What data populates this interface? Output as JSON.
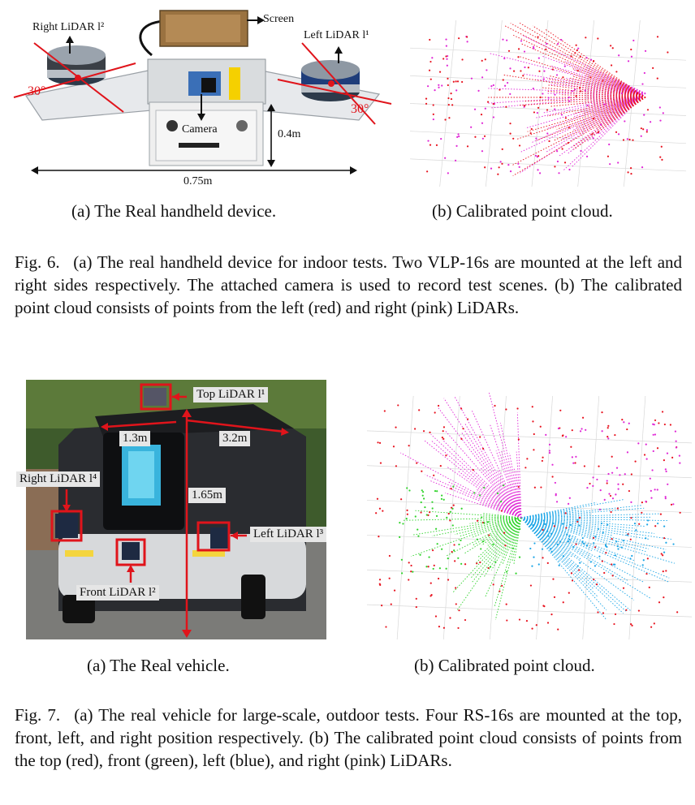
{
  "figure6": {
    "device_labels": {
      "right_lidar": "Right LiDAR l²",
      "left_lidar": "Left LiDAR l¹",
      "screen": "Screen",
      "camera": "Camera",
      "angle_left": "30°",
      "angle_right": "30°",
      "height": "0.4m",
      "width": "0.75m"
    },
    "subcaption_a": "(a)  The Real handheld device.",
    "subcaption_b": "(b)  Calibrated point cloud.",
    "caption_label": "Fig. 6.",
    "caption_text": "(a) The real handheld device for indoor tests. Two VLP-16s are mounted at the left and right sides respectively. The attached camera is used to record test scenes. (b) The calibrated point cloud consists of points from the left (red) and right (pink) LiDARs."
  },
  "figure7": {
    "vehicle_labels": {
      "top_lidar": "Top LiDAR l¹",
      "right_lidar": "Right LiDAR l⁴",
      "left_lidar": "Left LiDAR l³",
      "front_lidar": "Front LiDAR l²",
      "dim_width": "1.3m",
      "dim_length": "3.2m",
      "dim_height": "1.65m"
    },
    "subcaption_a": "(a)  The Real vehicle.",
    "subcaption_b": "(b)  Calibrated point cloud.",
    "caption_label": "Fig. 7.",
    "caption_text": "(a) The real vehicle for large-scale, outdoor tests. Four RS-16s are mounted at the top, front, left, and right position respectively. (b) The calibrated point cloud consists of points from the top (red), front (green), left (blue), and right (pink) LiDARs."
  },
  "colors": {
    "annotation_red": "#e0141b",
    "lidar_red": "#e8131f",
    "lidar_pink": "#e026d6",
    "lidar_green": "#2fd32a",
    "lidar_blue": "#1aa5e6"
  }
}
